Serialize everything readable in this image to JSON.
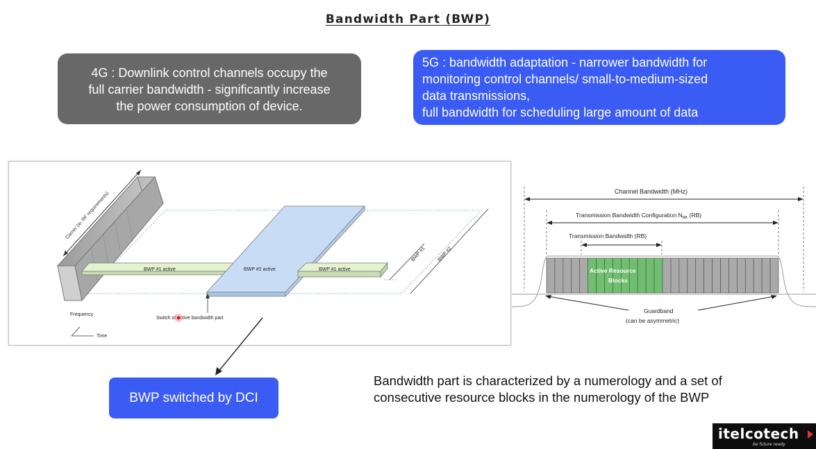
{
  "title": "Bandwidth Part (BWP)",
  "box_4g": {
    "lines": [
      "4G : Downlink control channels occupy the",
      "full carrier bandwidth - significantly increase",
      "the power consumption of device."
    ]
  },
  "box_5g": {
    "lines": [
      "5G : bandwidth adaptation  - narrower bandwidth for",
      "monitoring control channels/ small-to-medium-sized",
      "data transmissions,",
      "full bandwidth for scheduling large amount of data"
    ]
  },
  "bwp_figure": {
    "carrier_label": "Carrier (ie. RF requirements)",
    "bwp1_active_left": "BWP #1 active",
    "bwp2_active": "BWP #2 active",
    "bwp1_active_right": "BWP #1 active",
    "bwp1_label": "BWP #1",
    "bwp2_label": "BWP #2",
    "switch_label": "Switch of active bandwidth part",
    "frequency_label": "Frequency",
    "time_label": "Time"
  },
  "channel_figure": {
    "channel_bw": "Channel Bandwidth (MHz)",
    "tx_bw_config": "Transmission Bandwidth Configuration N",
    "tx_bw_config_sub": "RB",
    "tx_bw_config_unit": "(RB)",
    "tx_bw": "Transmission Bandwidth (RB)",
    "active_rb_line1": "Active Resource",
    "active_rb_line2": "Blocks",
    "guardband": "Guardband",
    "guardband_note": "(can be asymmetric)"
  },
  "dci_box": "BWP switched by DCI",
  "note": "Bandwidth part is characterized by a numerology and a set of consecutive resource blocks in the numerology of the BWP",
  "logo": {
    "name": "itelcotech",
    "tagline": "be future ready"
  },
  "colors": {
    "blue_box": "#3b5bf5",
    "grey_box": "#686868",
    "bwp1": "#e3f2cf",
    "bwp2": "#c9dcf5",
    "active_rb": "#6fbf6f",
    "rb_grey": "#a9a9a9"
  }
}
